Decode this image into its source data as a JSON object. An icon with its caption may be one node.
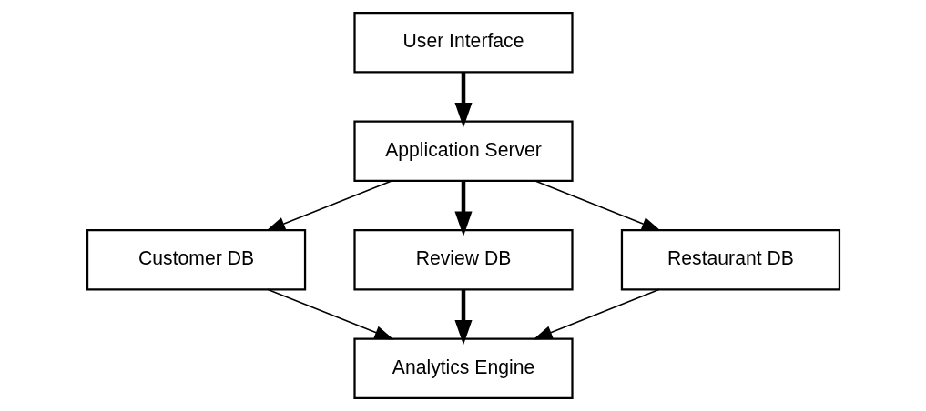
{
  "diagram": {
    "nodes": [
      {
        "text": [
          "User Interface"
        ]
      },
      {
        "text": [
          "Application Server"
        ]
      },
      {
        "text": [
          "Customer DB"
        ]
      },
      {
        "text": [
          "Review DB"
        ]
      },
      {
        "text": [
          "Restaurant DB"
        ]
      },
      {
        "text": [
          "Analytics Engine"
        ]
      }
    ],
    "edges": [
      {
        "from": 0,
        "to": 1,
        "arrow": "to",
        "style": "thick"
      },
      {
        "from": 1,
        "to": 2,
        "arrow": "to"
      },
      {
        "from": 1,
        "to": 3,
        "arrow": "to",
        "style": "thick"
      },
      {
        "from": 1,
        "to": 4,
        "arrow": "to"
      },
      {
        "from": 2,
        "to": 5,
        "arrow": "to"
      },
      {
        "from": 3,
        "to": 5,
        "arrow": "to",
        "style": "thick"
      },
      {
        "from": 4,
        "to": 5,
        "arrow": "to"
      }
    ]
  }
}
